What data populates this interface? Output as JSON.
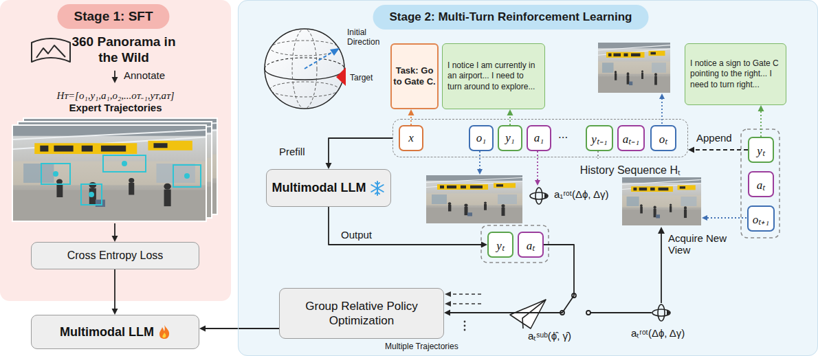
{
  "diagram": {
    "nodes": [
      {
        "text": [
          "Stage 1: SFT"
        ]
      },
      {
        "text": [
          "360 Panorama in the Wild"
        ],
        "in": 0
      },
      {
        "text": [
          "Hᴛ=[o₁,y₁,a₁,o₂,...oᴛ₋₁,yᴛ,aᴛ]"
        ],
        "in": 0
      },
      {
        "text": [
          "Expert Trajectories"
        ],
        "in": 0
      },
      {
        "text": [
          "Cross Entropy Loss"
        ],
        "in": 0
      },
      {
        "text": [
          "Multimodal LLM"
        ]
      },
      {
        "text": [
          "Stage 2: Multi-Turn Reinforcement Learning"
        ]
      },
      {
        "text": [
          "Task: Go to Gate C."
        ],
        "in": 6
      },
      {
        "text": [
          "I notice I am currently in an airport... I need to turn around to explore..."
        ],
        "in": 6
      },
      {
        "text": [
          "I notice a sign to Gate C pointing to the right... I need to turn right..."
        ],
        "in": 6
      },
      {
        "text": [
          "History Sequence Hₜ"
        ],
        "in": 6
      },
      {
        "text": [
          "x"
        ],
        "in": 10
      },
      {
        "text": [
          "o₁"
        ],
        "in": 10
      },
      {
        "text": [
          "y₁"
        ],
        "in": 10
      },
      {
        "text": [
          "a₁"
        ],
        "in": 10
      },
      {
        "text": [
          "yₜ₋₁"
        ],
        "in": 10
      },
      {
        "text": [
          "aₜ₋₁"
        ],
        "in": 10
      },
      {
        "text": [
          "oₜ"
        ],
        "in": 10
      },
      {
        "text": [
          "Multimodal LLM"
        ],
        "in": 6
      },
      {
        "text": [
          "yₜ"
        ],
        "in": 6
      },
      {
        "text": [
          "aₜ"
        ],
        "in": 6
      },
      {
        "text": [
          "yₜ"
        ],
        "in": 6
      },
      {
        "text": [
          "aₜ"
        ],
        "in": 6
      },
      {
        "text": [
          "oₜ₊₁"
        ],
        "in": 6
      },
      {
        "text": [
          "Group Relative Policy Optimization"
        ],
        "in": 6
      }
    ],
    "edges": [
      {
        "from": 1,
        "to": 2,
        "arrow": "to",
        "label": "Annotate"
      },
      {
        "from": 3,
        "to": 4,
        "arrow": "to"
      },
      {
        "from": 4,
        "to": 5,
        "arrow": "to"
      },
      {
        "from": 11,
        "to": 7,
        "arrow": "to"
      },
      {
        "from": 13,
        "to": 8,
        "arrow": "to"
      },
      {
        "from": 10,
        "to": 18,
        "arrow": "to",
        "label": "Prefill"
      },
      {
        "from": 18,
        "to": 19,
        "arrow": "to",
        "label": "Output"
      },
      {
        "from": 20,
        "to": 24,
        "arrow": "to"
      },
      {
        "from": 24,
        "to": 5,
        "arrow": "to"
      },
      {
        "from": 21,
        "to": 10,
        "arrow": "to",
        "label": "Append"
      },
      {
        "from": 21,
        "to": 9,
        "arrow": "to"
      }
    ],
    "labels": [
      "Initial Direction",
      "Target",
      "...",
      "a₁ʳᵒᵗ(Δϕ, Δγ)",
      "Acquire New View",
      "aₜʳᵒᵗ(Δϕ, Δγ)",
      "aₜˢᵘᵇ(ϕ̂, γ̂)",
      "Multiple Trajectories"
    ]
  }
}
